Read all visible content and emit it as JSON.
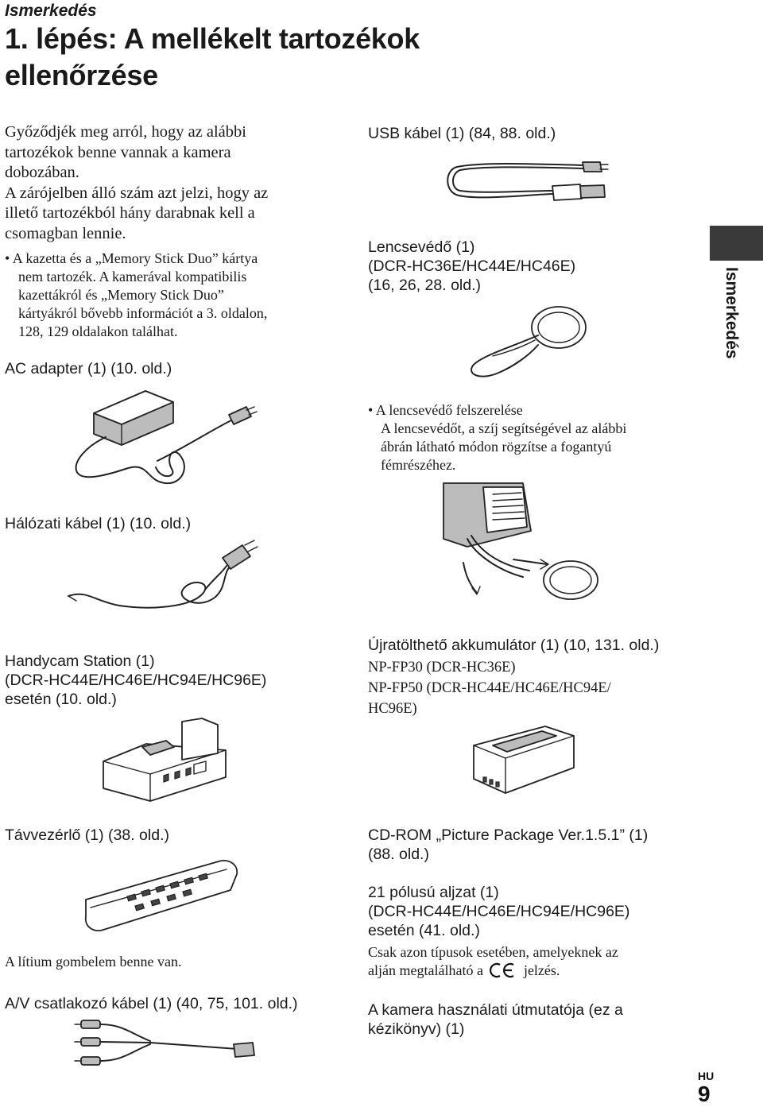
{
  "header": {
    "section": "Ismerkedés",
    "title_line1": "1. lépés: A mellékelt tartozékok",
    "title_line2": "ellenőrzése"
  },
  "intro": {
    "lines": [
      "Győződjék meg arról, hogy az alábbi",
      "tartozékok benne vannak a kamera",
      "dobozában.",
      "A zárójelben álló szám azt jelzi, hogy az",
      "illető tartozékból hány darabnak kell a",
      "csomagban lennie."
    ],
    "note_lines": [
      "• A kazetta és a „Memory Stick Duo” kártya",
      "nem tartozék. A kamerával kompatibilis",
      "kazettákról és „Memory Stick Duo”",
      "kártyákról bővebb információt a 3. oldalon,",
      "128, 129 oldalakon találhat."
    ]
  },
  "items": {
    "ac_adapter": "AC adapter (1) (10. old.)",
    "power_cable": "Hálózati kábel (1) (10. old.)",
    "handycam_station": [
      "Handycam Station (1)",
      "(DCR-HC44E/HC46E/HC94E/HC96E)",
      "esetén (10. old.)"
    ],
    "remote": "Távvezérlő (1) (38. old.)",
    "remote_note": "A lítium gombelem benne van.",
    "av_cable": "A/V csatlakozó kábel (1) (40, 75, 101. old.)",
    "usb_cable": "USB kábel (1) (84, 88. old.)",
    "lens_cap": [
      "Lencsevédő (1)",
      "(DCR-HC36E/HC44E/HC46E)",
      "(16, 26, 28. old.)"
    ],
    "lens_cap_note": [
      "• A lencsevédő felszerelése",
      "A lencsevédőt, a szíj segítségével az alábbi",
      "ábrán látható módon rögzítse a fogantyú",
      "fémrészéhez."
    ],
    "battery": "Újratölthető akkumulátor (1) (10, 131. old.)",
    "battery_models": [
      "NP-FP30 (DCR-HC36E)",
      "NP-FP50 (DCR-HC44E/HC46E/HC94E/",
      "HC96E)"
    ],
    "cdrom": [
      "CD-ROM „Picture Package Ver.1.5.1” (1)",
      "(88. old.)"
    ],
    "adaptor21": [
      "21 pólusú aljzat (1)",
      "(DCR-HC44E/HC46E/HC94E/HC96E)",
      "esetén (41. old.)"
    ],
    "adaptor21_note_line1": "Csak azon típusok esetében, amelyeknek az",
    "adaptor21_note_line2_pre": "alján megtalálható a",
    "adaptor21_note_line2_post": "jelzés.",
    "manual": [
      "A kamera használati útmutatója (ez a",
      "kézikönyv) (1)"
    ]
  },
  "side_tab": {
    "label": "Ismerkedés"
  },
  "footer": {
    "lang": "HU",
    "page": "9"
  },
  "icons": {
    "ac_adapter": "ac-adapter-illustration",
    "power_cable": "power-cable-illustration",
    "station": "handycam-station-illustration",
    "remote": "remote-control-illustration",
    "av_cable": "av-cable-illustration",
    "usb": "usb-cable-illustration",
    "lens_cap": "lens-cap-illustration",
    "attach": "lens-cap-attachment-illustration",
    "battery": "battery-pack-illustration",
    "ce_mark": "ce-mark-icon"
  }
}
